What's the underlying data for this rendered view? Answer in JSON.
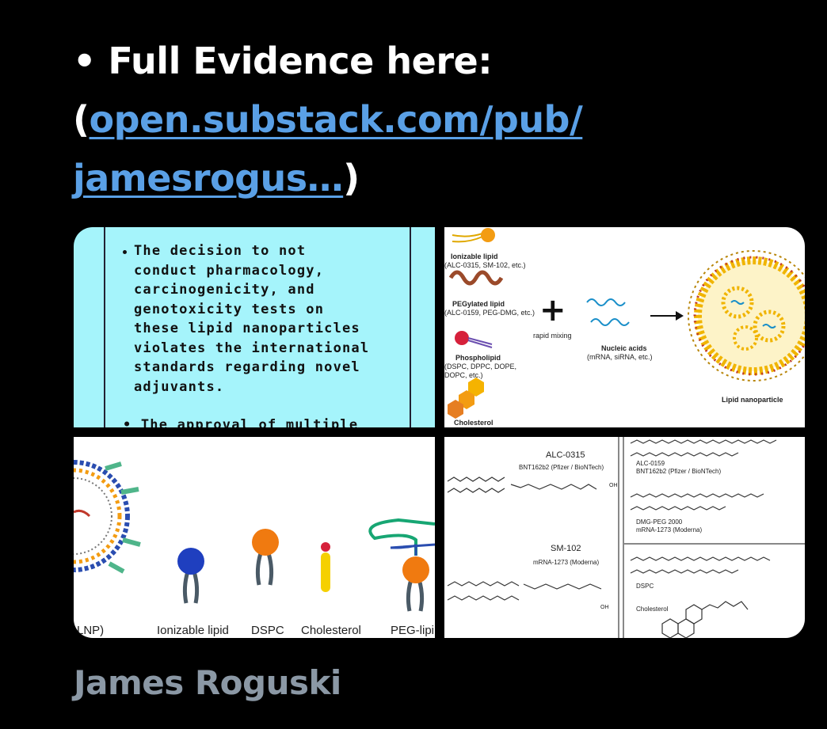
{
  "post": {
    "bullet": "•",
    "headline_prefix": "Full Evidence here:",
    "open_paren": "(",
    "link_line1": "open.substack.com/pub/",
    "link_line2": "jamesrogus…",
    "close_paren": ")",
    "author": "James Roguski"
  },
  "image1": {
    "text": "The decision to not\nconduct pharmacology,\ncarcinogenicity, and\ngenotoxicity tests on\nthese lipid nanoparticles\nviolates the international\nstandards regarding novel\nadjuvants.",
    "text2": "• The approval of multiple",
    "background": "#a5f4fb"
  },
  "image2": {
    "ionizable": "Ionizable lipid",
    "ionizable_sub": "(ALC-0315, SM-102, etc.)",
    "pegylated": "PEGylated lipid",
    "pegylated_sub": "(ALC-0159, PEG-DMG, etc.)",
    "phospholipid": "Phospholipid",
    "phospholipid_sub": "(DSPC, DPPC, DOPE, DOPC, etc.)",
    "cholesterol": "Cholesterol",
    "plus": "+",
    "rapid_mixing": "rapid mixing",
    "nucleic_acids": "Nucleic acids",
    "nucleic_sub": "(mRNA, siRNA, etc.)",
    "lnp": "Lipid nanoparticle"
  },
  "image3": {
    "lnp_label": "LNP)",
    "labels": [
      "Ionizable lipid",
      "DSPC",
      "Cholesterol",
      "PEG-lipi"
    ]
  },
  "image4": {
    "alc0315": "ALC-0315",
    "alc0315_sub": "BNT162b2 (Pfizer / BioNTech)",
    "sm102": "SM-102",
    "sm102_sub": "mRNA-1273 (Moderna)",
    "alc0159": "ALC-0159",
    "alc0159_sub": "BNT162b2 (Pfizer / BioNTech)",
    "dmgpeg": "DMG-PEG 2000",
    "dmgpeg_sub": "mRNA-1273 (Moderna)",
    "dspc": "DSPC",
    "cholesterol": "Cholesterol",
    "oh": "OH"
  }
}
